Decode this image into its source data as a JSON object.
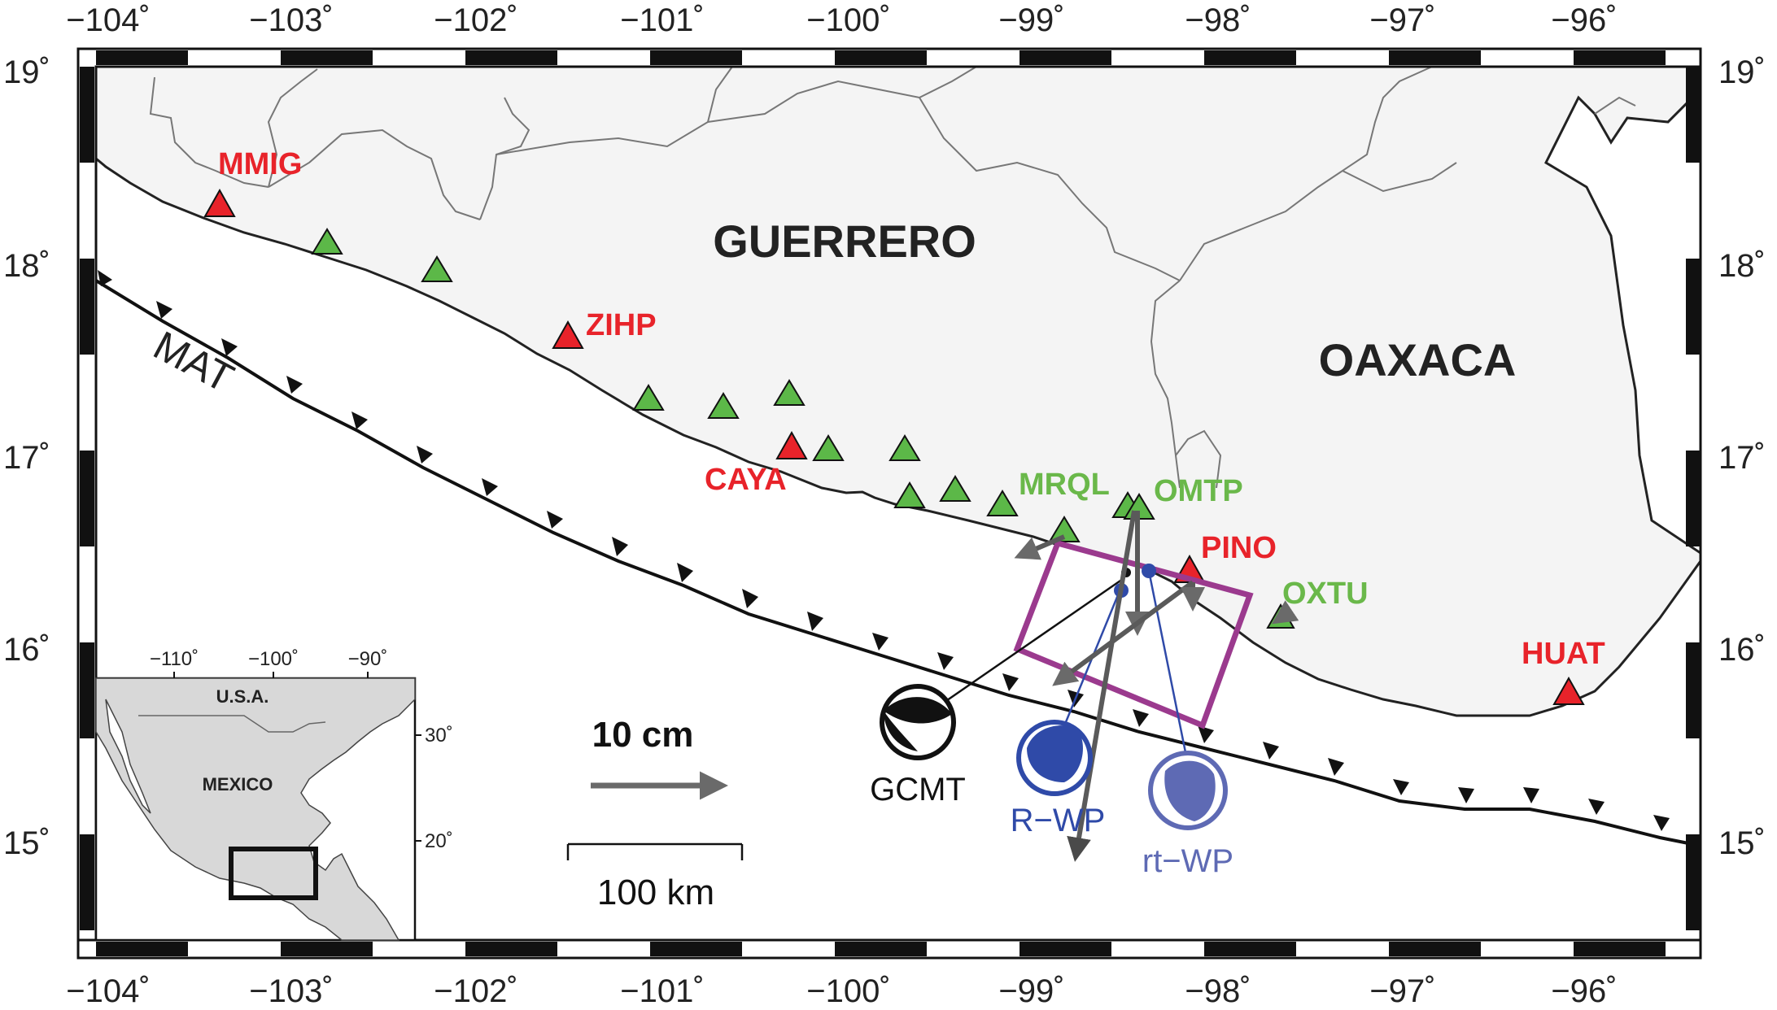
{
  "axes": {
    "lon_ticks": [
      "−104˚",
      "−103˚",
      "−102˚",
      "−101˚",
      "−100˚",
      "−99˚",
      "−98˚",
      "−97˚",
      "−96˚"
    ],
    "lat_ticks": [
      "19˚",
      "18˚",
      "17˚",
      "16˚",
      "15˚"
    ]
  },
  "regions": {
    "guerrero": "GUERRERO",
    "oaxaca": "OAXACA"
  },
  "trench_label": "MAT",
  "stations": {
    "red": [
      "MMIG",
      "ZIHP",
      "CAYA",
      "PINO",
      "HUAT"
    ],
    "green": [
      "MRQL",
      "OMTP",
      "OXTU"
    ]
  },
  "mechanisms": {
    "gcmt": "GCMT",
    "rwp": "R−WP",
    "rtwp": "rt−WP"
  },
  "scale": {
    "vector": "10 cm",
    "distance": "100 km"
  },
  "inset": {
    "lon_ticks": [
      "−110˚",
      "−100˚",
      "−90˚"
    ],
    "lat_ticks": [
      "30˚",
      "20˚"
    ],
    "usa": "U.S.A.",
    "mexico": "MEXICO"
  },
  "colors": {
    "land": "#f4f4f4",
    "red_station": "#e8232a",
    "green_station": "#5cb848",
    "green_label": "#6ab84a",
    "mechanism_blue": "#2f4aa8",
    "rupture_box": "#9b3a8e",
    "displacement_arrow": "#6a6a6a"
  }
}
